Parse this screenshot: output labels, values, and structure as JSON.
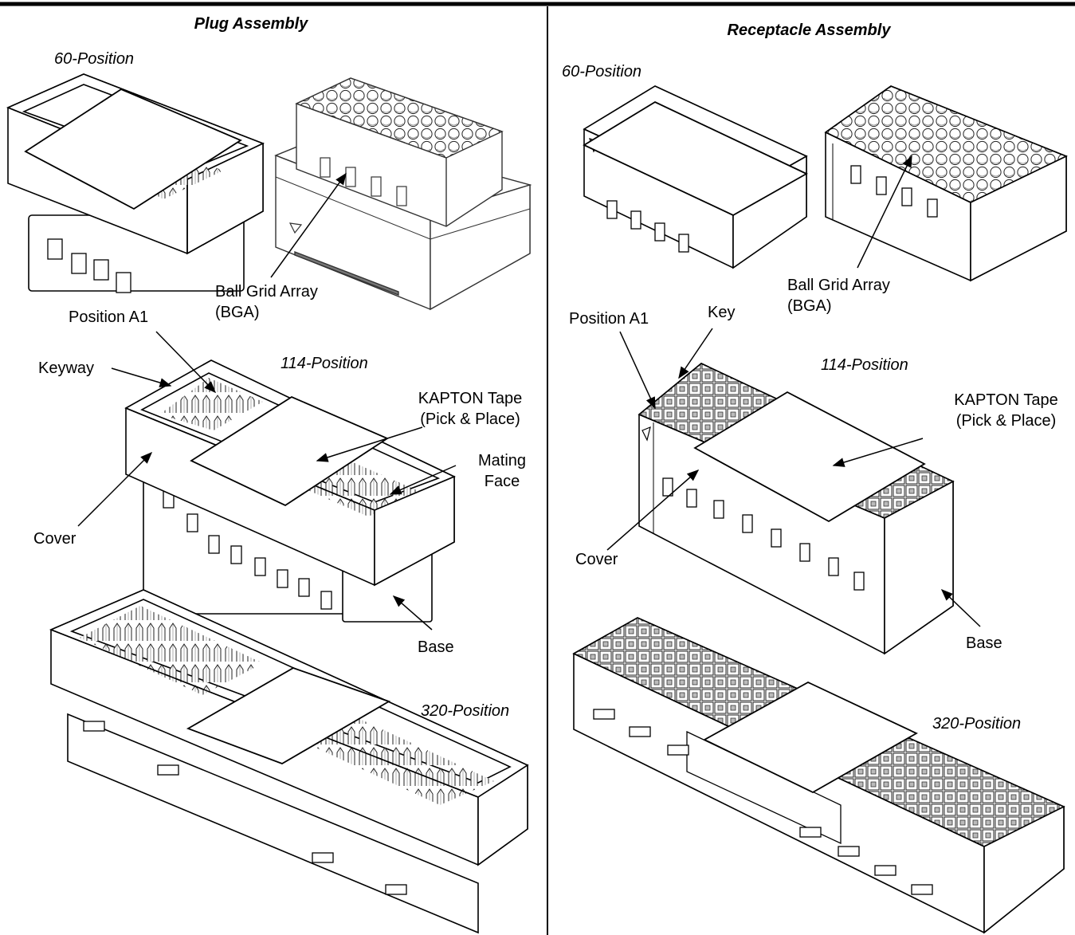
{
  "plug": {
    "title": "Plug Assembly",
    "sizes": {
      "p60": "60-Position",
      "p114": "114-Position",
      "p320": "320-Position"
    },
    "callouts": {
      "position_a1": "Position A1",
      "keyway": "Keyway",
      "cover": "Cover",
      "base": "Base",
      "bga_line1": "Ball Grid Array",
      "bga_line2": "(BGA)",
      "kapton_line1": "KAPTON Tape",
      "kapton_line2": "(Pick & Place)",
      "mating_line1": "Mating",
      "mating_line2": "Face"
    }
  },
  "receptacle": {
    "title": "Receptacle Assembly",
    "sizes": {
      "p60": "60-Position",
      "p114": "114-Position",
      "p320": "320-Position"
    },
    "callouts": {
      "position_a1": "Position A1",
      "key": "Key",
      "cover": "Cover",
      "base": "Base",
      "bga_line1": "Ball Grid Array",
      "bga_line2": "(BGA)",
      "kapton_line1": "KAPTON Tape",
      "kapton_line2": "(Pick & Place)"
    }
  }
}
